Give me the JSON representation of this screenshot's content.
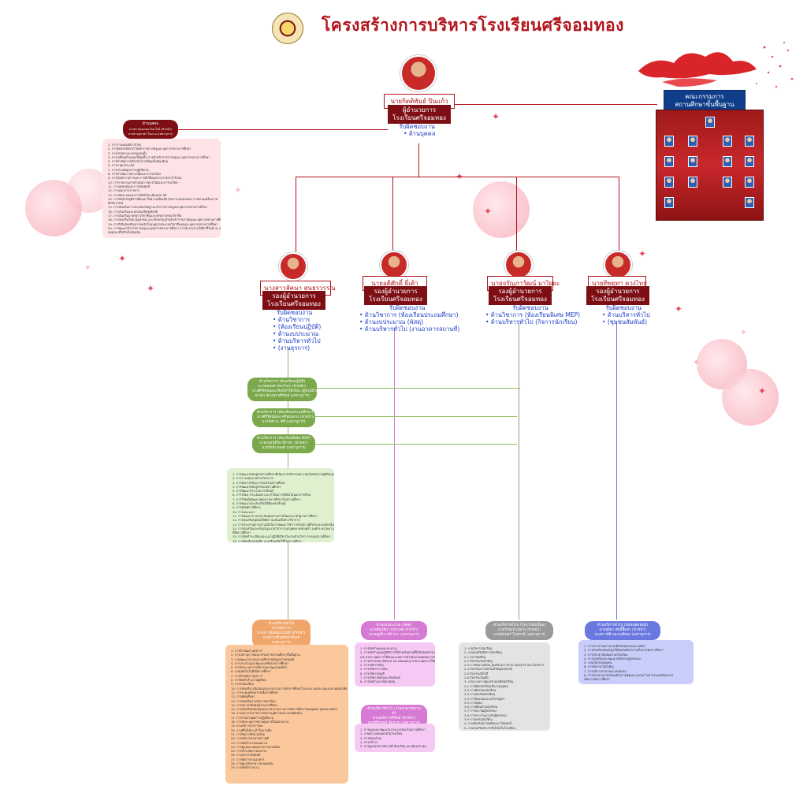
{
  "header": {
    "title": "โครงสร้างการบริหารโรงเรียนศรีจอมทอง"
  },
  "director": {
    "name": "นายกิตติพันธ์ ปินแก้ว",
    "position": "ผู้อำนวยการ\nโรงเรียนศรีจอมทอง",
    "resp_title": "รับผิดชอบงาน",
    "resp_items": [
      "ด้านบุคคล"
    ]
  },
  "personnel": {
    "title": "ด้านบุคคล",
    "line1": "นางสาวบุษบงอน         จินะใจน์ (หัวหน้า)",
    "line2": "นางสาวสุภาพร                ใจมะเอ (เลขานุการ)"
  },
  "committee": {
    "title": "คณะกรรมการ\nสถานศึกษาขั้นพื้นฐาน"
  },
  "deputies": [
    {
      "name": "นางสาวลัคนา สุนธรวรรณ",
      "position": "รองผู้อำนวยการ\nโรงเรียนศรีจอมทอง",
      "resp_title": "รับผิดชอบงาน",
      "resp_items": [
        "ด้านวิชาการ",
        "(ห้องเรียนปฏิบัติ)",
        "ด้านงบประมาณ",
        "ด้านบริหารทั่วไป",
        "(งานธุรการ)"
      ]
    },
    {
      "name": "นายอดิศักดิ์ ยี่เค้า",
      "position": "รองผู้อำนวยการ\nโรงเรียนศรีจอมทอง",
      "resp_title": "รับผิดชอบงาน",
      "resp_items": [
        "ด้านวิชาการ (ห้องเรียนประถมศึกษา)",
        "ด้านงบประมาณ (พัสดุ)",
        "ด้านบริหารทั่วไป (งานอาคารสถานที่)"
      ]
    },
    {
      "name": "นายจรัญภาวัฒน์ มาไผผะ",
      "position": "รองผู้อำนวยการ\nโรงเรียนศรีจอมทอง",
      "resp_title": "รับผิดชอบงาน",
      "resp_items": [
        "ด้านวิชาการ (ห้องเรียนพิเศษ MEP)",
        "ด้านบริหารทั่วไป (กิจการนักเรียน)"
      ]
    },
    {
      "name": "นายทิพยุทา ดวงไทย",
      "position": "รองผู้อำนวยการ\nโรงเรียนศรีจอมทอง",
      "resp_title": "รับผิดชอบงาน",
      "resp_items": [
        "ด้านบริหารทั่วไป",
        "(ชุมชนสัมพันธ์)"
      ]
    }
  ],
  "academic_groups": [
    {
      "title": "ด้านวิชาการ (ห้องเรียนปฏิบัติ)",
      "lines": [
        "นายธนพงศ         ประกำดา (หัวหน้า)",
        "นางศิริรัตน์ณพง       ศิลป์ทำให้เรียน (ผู้ช่วยหัวหน้า)",
        "นางสาวดวงพร        ศรีขันธ์ (เลขานุการ)"
      ]
    },
    {
      "title": "ด้านวิชาการ (ห้องเรียนประถมศึกษา)",
      "lines": [
        "นางศิริรัตน์ณพง       ศรีอ่อนลวง (หัวหน้า)",
        "นางใจดี                 ธะ ดีซี่ (เลขานุการ)"
      ]
    },
    {
      "title": "ด้านวิชาการ (ห้องเรียนพิเศษ MEP)",
      "lines": [
        "นายกลุจน์ปีวิพ         ฟีราซ่า (หัวหน้า)",
        "นายธีรรัง               ยองดี (เลขานุการ)"
      ]
    }
  ],
  "bottom_groups": [
    {
      "title": "ด้านบริหารทั่วไป\n(งานธุรการ)\nนางสาวพิมพ์ธนานันท์      (หัวหน้า)\nนางสาวจรินทร์กร           ตั้งแต่ (เลขานุการ)"
    },
    {
      "title": "ด้านงบประมาณ (พัสดุ)\nนายชัยปรีนา         พรมวงศ์ (หัวหน้า)\nนางบุญทิวา           ศีราเจา (เลขานุการ)"
    },
    {
      "title": "ด้านบริหารทั่วไป (กิจการนักเรียน)\nนายวีรพงษ์         เทพวัง (หัวหน้า)\nนายชนันทร์          โนทรานี (เลขานุการ)"
    },
    {
      "title": "ด้านบริหารทั่วไป (ชุมชนสัมพันธ์)\nนางสุนิษา          ศักดิ์พืืดหา (หัวหน้า)\nนางสาวสีสี          แยงวงศ์ทอง (เลขานุการ)"
    }
  ],
  "building_group": {
    "title": "ด้านบริหารทั่วไป (งานอาคารสถานที่)\nนายสุเธียร              ศรีขันธ์ (หัวหน้า)\nนายพีริยุทธย์          ชัยชาญ (เลขานุการ)"
  },
  "lists": {
    "personnel": [
      "1. การวางแผนอัตรากำลัง",
      "2. การจัดสรรอัตรากำลังข้าราชการครูและบุคลากรทางการศึกษา",
      "3. การสรรหาและบรรจุแต่งตั้ง",
      "4. การเปลี่ยนตำแหน่งให้สูงขึ้น การย้ายข้าราชการครูและบุคลากรทางการศึกษา",
      "5. การดำเนินการเกี่ยวกับการเลื่อนขั้นเงินเดือน",
      "6. การลาทุกประเภท",
      "7. การประเมินผลการปฏิบัติงาน",
      "8. การดำเนินการทางวินัยและการลงโทษ",
      "9. การสั่งพักราชการและการสั่งให้ออกจากราชการไว้ก่อน",
      "10. การรายงานการดำเนินการทางวินัยและการลงโทษ",
      "11. การอุทธรณ์และการร้องทุกข์",
      "12. การออกจากราชการ",
      "13. การจัดระบบและการจัดทำทะเบียนประวัติ",
      "14. การจัดทำบัญชีรายชื่อและให้ความเห็นเกี่ยวกับการเสนอขอพระราชทานเครื่องราช",
      "      อิสริยาภรณ์",
      "15. การส่งเสริมการประเมินวิทยฐานะข้าราชการครูและบุคลากรทางการศึกษา",
      "16. การส่งเสริมและยกย่องเชิดชูเกียรติ",
      "17. การส่งเสริมมาตรฐานวิชาชีพและจรรยาบรรณวิชาชีพ",
      "18. การส่งเสริมวินัย คุณธรรม และจริยธรรมสำหรับข้าราชการครูและบุคลากรทางการศึกษา",
      "19. การริเริ่มส่งเสริมการขอรับใบอนุญาตประกอบวิชาชีพครูและบุคลากรทางการศึกษา",
      "20. การพัฒนาข้าราชการครูและบุคลากรทางการศึกษา การทำงานภายใต้ตัวชี้วัดต่างๆ ตามวิ",
      "      ทยฐานะที่ได้รับในปัจจุบัน"
    ],
    "academic": [
      "1. การพัฒนาหลักสูตรสถานศึกษาที่เน้นการบริหารเหมาะสมกับศักยภาพผู้เรียนชุมชนและท้องถิ่น",
      "2. การวางแผนงานด้านวิชาการ",
      "3. การจัดการเรียนการสอนในสถานศึกษา",
      "4. การพัฒนาหลักสูตรของสถานศึกษา",
      "5. การพัฒนากระบวนการเรียนรู้",
      "6. การวัดผล ประเมินผล และดำเนินการเทียบโอนผลการเรียน",
      "7. การวิจัยเพื่อพัฒนาคุณภาพการศึกษาในสถานศึกษา",
      "8. การพัฒนาและส่งเสริมให้มีแหล่งเรียนรู้",
      "9. การนิเทศการศึกษา",
      "10. การแนะแนว",
      "11. การพัฒนาระบบประกันคุณภาพภายในและมาตรฐานการศึกษา",
      "12. การส่งเสริมชุมชนให้มีความเข้มแข็งทางวิชาการ",
      "13. การประสานความร่วมมือในการพัฒนาวิชาการกับสถานศึกษาและองค์กรอื่น",
      "14. การส่งเสริมและสนับสนุนงานวิชาการแก่บุคคล ครอบครัว องค์กร หน่วยงานและสถาบันอื่น",
      "      ที่จัดการศึกษา",
      "15. การจัดทำระเบียบและแนวปฏิบัติเกี่ยวกับงานด้านวิชาการของสถานศึกษา",
      "16. การคัดเลือกหนังสือ แบบเรียนเพื่อใช้ในสถานศึกษา",
      "17. การพัฒนาและใช้สื่อเทคโนโลยีเพื่อการศึกษา",
      "18. งานห้องสมุด"
    ],
    "general": [
      "1. การดำเนินงานธุรการ",
      "2. การเลขานุการคณะกรรมการสถานศึกษาขั้นพื้นฐาน",
      "3. งานพัฒนาระบบและเครือข่ายข้อมูลสารสนเทศ",
      "4. การประสานและพัฒนาเครือข่ายการศึกษา",
      "5. การจัดระบบการบริหารและพัฒนาองค์กร",
      "6. งานเทคโนโลยีเพื่อการศึกษา",
      "7. การดำเนินงานธุรการ",
      "8. การจัดทำสำมะโนผู้เรียน",
      "9. การรับนักเรียน",
      "10. การส่งเสริม สนับสนุนและประสานการจัดการศึกษาในระบบ นอกระบบและตามอัธยาศัย",
      "11. การระดมทรัพยากรเพื่อการศึกษา",
      "12. การทัศนศึกษา",
      "13. การส่งเสริมงานกิจการนักเรียน",
      "14. การประชาสัมพันธ์งานการศึกษา",
      "15. การส่งเสริมสนับสนุนและประสานงานการจัดการศึกษาของบุคคล ชุมชน องค์กร",
      "16. งานประสานราชการกับส่วนภูมิภาคและส่วนท้องถิ่น",
      "17. การรายงานผลการปฏิบัติงาน",
      "18. การจัดระบบการควบคุมภายในหน่วยงาน",
      "19. งานบริการสาธารณะ",
      "20. งานที่ไม่ได้ระบุไว้ในงานอื่น",
      "21. การจัดการสิ่งแวดล้อม",
      "22. การบริหารอาคารสถานที่",
      "23. การจัดทำระบบแผนงาน",
      "24. การดูแลและพัฒนาสภาพแวดล้อม",
      "25. การอำนวยความสะดวก",
      "26. งานประชาสัมพันธ์",
      "27. การจัดการงานอาคาร",
      "28. การดูแลรักษาความปลอดภัย",
      "29. การจัดทำรายงาน"
    ],
    "budget": [
      "1. การจัดทำแผนงบประมาณ",
      "2. การจัดทำแผนปฏิบัติการใช้จ่ายเงินตามที่ได้รับจัดสรรงบประมาณจากส่วนราชการ",
      "   และรายงานผลการใช้เงินและผลการดำเนินงานต่อคณะกรรมการบริหารสถานศึกษา",
      "3. การตรวจสอบ ติดตาม ประเมินผลและรายงานผลการใช้เงินและผลการดำเนินงาน",
      "4. การบริหารพัสดุ",
      "5. การบริหารการเงิน",
      "6. การบริหารบัญชี",
      "7. การบริหารพัสดุและสินทรัพย์",
      "8. การจัดทำและจัดหาพัสดุ"
    ],
    "building": [
      "1. การดูแลและพัฒนาสภาพแวดล้อมในสถานศึกษา",
      "2. งานความปลอดภัยในโรงเรียน",
      "3. การซ่อมบำรุง",
      "4. การบริการ",
      "5. การดูแลอาคารสถานที่ ห้องเรียน และห้องประชุม"
    ],
    "student": [
      "1. งานกิจการนักเรียน",
      "2. งานส่งเสริมกิจการนักเรียน",
      "  2.1 สภานักเรียน",
      "  2.2 กิจกรรมวันสำคัญ",
      "  2.3 การจัดงานเรียน ลูกเสือ ยุวกาชาด เนตรนารี และโครงการ",
      "  2.4 กิจกรรมการจัดวันสำคัญของชาติ",
      "  2.5 กิจกรรมกีฬาสี",
      "  2.6 กิจกรรมวันเด็ก",
      "3. งานระบบการดูแลช่วยเหลือนักเรียน",
      "  3.1 การรู้จักนักเรียนเป็นรายบุคคล",
      "  3.2 การคัดกรองนักเรียน",
      "  3.3 การส่งเสริมนักเรียน",
      "  3.4 การป้องกันและแก้ไขปัญหา",
      "  3.5 การส่งต่อ",
      "  3.6 การเยี่ยมบ้านนักเรียน",
      "  3.7 การประชุมผู้ปกครอง",
      "  3.8 การประสานงานกับผู้ปกครอง",
      "  3.9 การอบรมนักเรียน",
      "4. งานป้องกันยาเสพติดและโรคเอดส์",
      "5. งานส่งเสริมประชาธิปไตยในโรงเรียน",
      "6. งานวินัยนักเรียน"
    ],
    "community": [
      "1. การประสานความร่วมมือกับชุมชนและองค์กร",
      "2. การส่งเสริมสนับสนุนให้ชุมชนมีส่วนร่วมในการจัดการศึกษา",
      "3. การประชาสัมพันธ์งานโรงเรียน",
      "4. การส่งเสริมและพัฒนาเครือข่ายผู้ปกครอง",
      "5. งานกิจกรรมชุมชน",
      "6. การจัดงานวันสำคัญ",
      "7. การบริการสาธารณะแก่ชุมชน",
      "8. การประสานงานกับองค์กรภาครัฐและเอกชน ในการระดมทรัพยากร",
      "   เพื่อการจัดการศึกษา"
    ]
  },
  "colors": {
    "title": "#b3141b",
    "position_box": "#7d0f14",
    "line_red": "#b3141b",
    "responsibility": "#1a3ec4",
    "committee": "#0f3d8a",
    "green_pill": "#7aa84a",
    "orange_pill": "#f0a66a",
    "pink_pill": "#d67ad4",
    "gray_pill": "#9a9a9a",
    "blue_pill": "#6a78e0"
  }
}
